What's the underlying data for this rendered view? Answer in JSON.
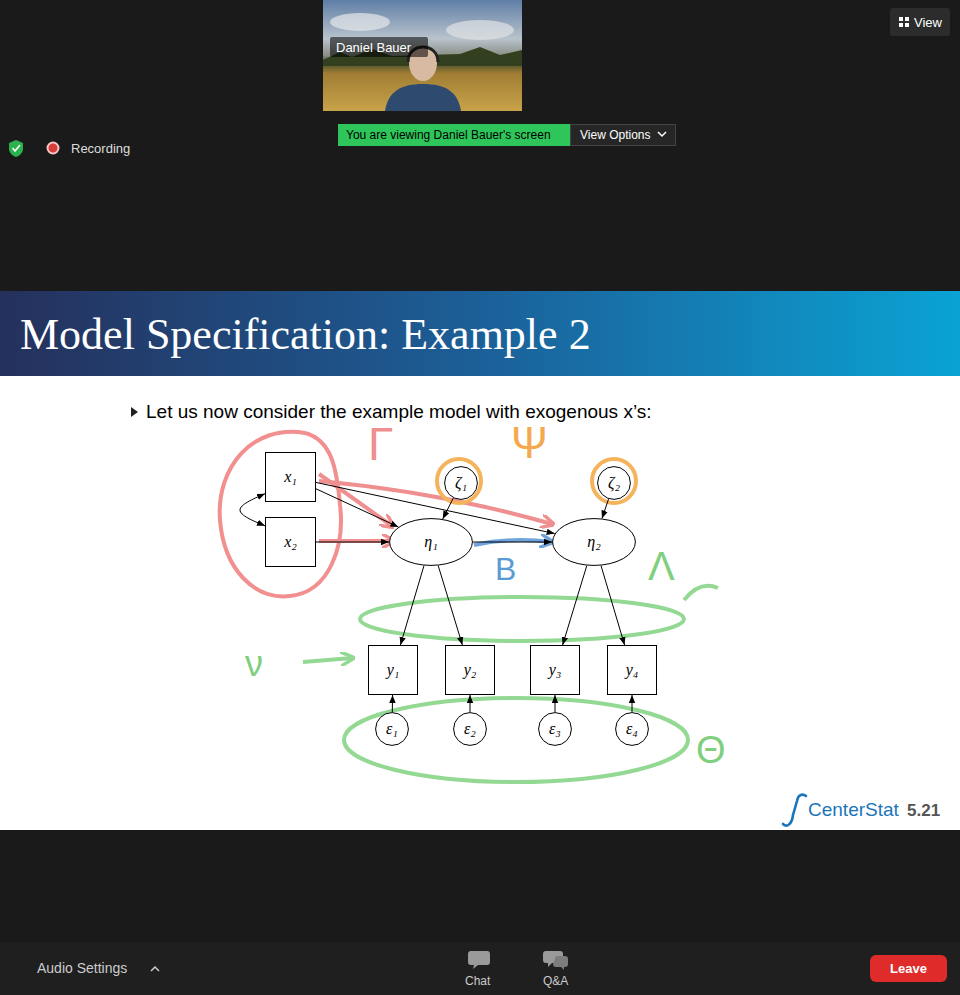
{
  "diagram": {
    "title": "Model Specification: Example 2",
    "nodes": [
      {
        "text": [
          "x₁"
        ]
      },
      {
        "text": [
          "x₂"
        ]
      },
      {
        "text": [
          "ζ₁"
        ]
      },
      {
        "text": [
          "ζ₂"
        ]
      },
      {
        "text": [
          "η₁"
        ]
      },
      {
        "text": [
          "η₂"
        ]
      },
      {
        "text": [
          "y₁"
        ]
      },
      {
        "text": [
          "y₂"
        ]
      },
      {
        "text": [
          "y₃"
        ]
      },
      {
        "text": [
          "y₄"
        ]
      },
      {
        "text": [
          "ε₁"
        ]
      },
      {
        "text": [
          "ε₂"
        ]
      },
      {
        "text": [
          "ε₃"
        ]
      },
      {
        "text": [
          "ε₄"
        ]
      }
    ],
    "edges": [
      {
        "from": 0,
        "to": 1,
        "arrow": "both"
      },
      {
        "from": 0,
        "to": 4,
        "arrow": "to"
      },
      {
        "from": 0,
        "to": 5,
        "arrow": "to"
      },
      {
        "from": 1,
        "to": 4,
        "arrow": "to"
      },
      {
        "from": 2,
        "to": 4,
        "arrow": "to"
      },
      {
        "from": 3,
        "to": 5,
        "arrow": "to"
      },
      {
        "from": 4,
        "to": 5,
        "arrow": "to"
      },
      {
        "from": 4,
        "to": 6,
        "arrow": "to"
      },
      {
        "from": 4,
        "to": 7,
        "arrow": "to"
      },
      {
        "from": 5,
        "to": 8,
        "arrow": "to"
      },
      {
        "from": 5,
        "to": 9,
        "arrow": "to"
      },
      {
        "from": 10,
        "to": 6,
        "arrow": "to"
      },
      {
        "from": 11,
        "to": 7,
        "arrow": "to"
      },
      {
        "from": 12,
        "to": 8,
        "arrow": "to"
      },
      {
        "from": 13,
        "to": 9,
        "arrow": "to"
      }
    ],
    "labels": [
      "Daniel Bauer",
      "View",
      "You are viewing Daniel Bauer's screen",
      "View Options",
      "Recording",
      "Let us now consider the example model with exogenous x’s:",
      "Γ",
      "Ψ",
      "B",
      "Λ",
      "ν",
      "Θ",
      "CenterStat",
      "5.21",
      "Audio Settings",
      "Chat",
      "Q&A",
      "Leave"
    ]
  }
}
